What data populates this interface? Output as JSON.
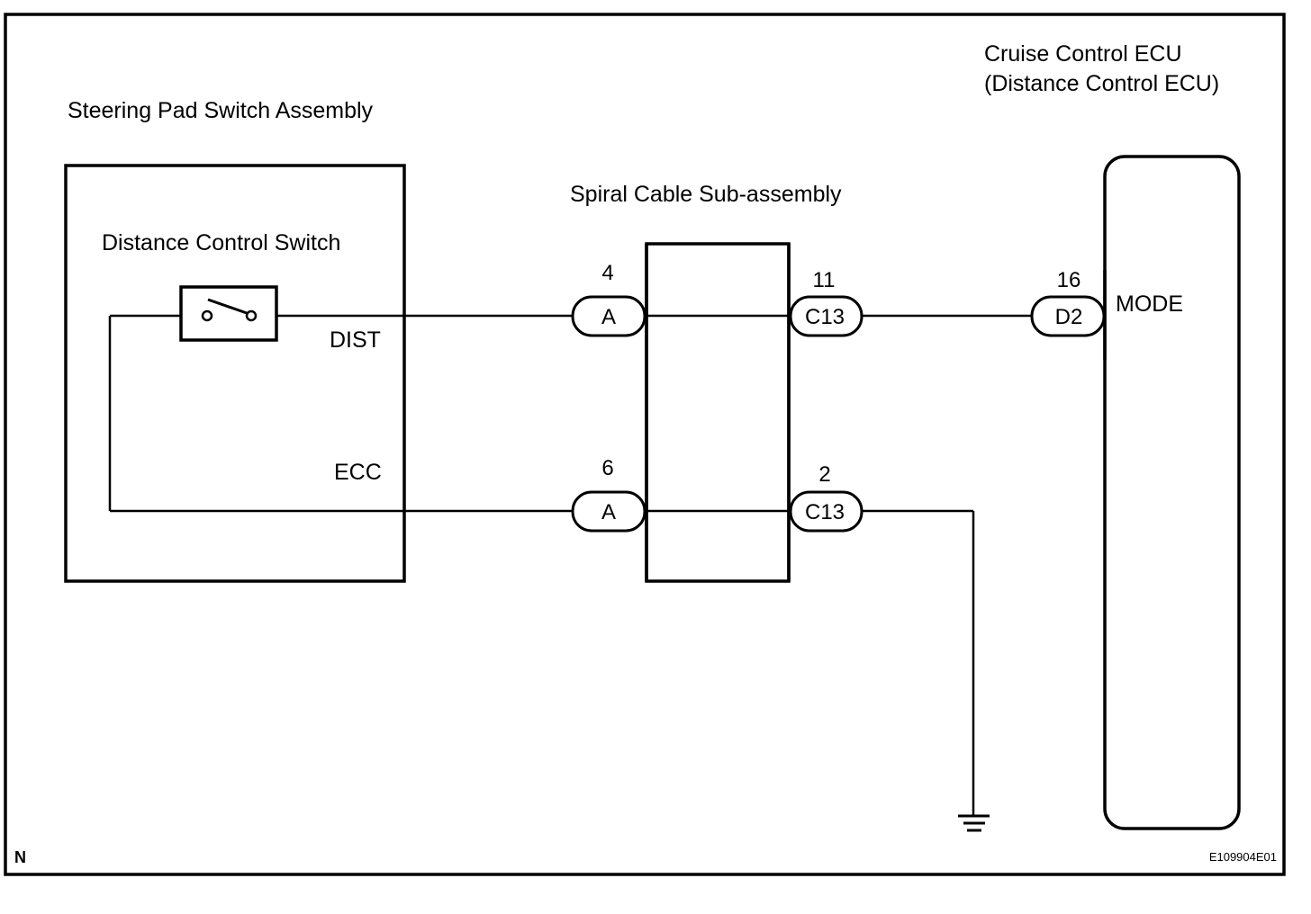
{
  "diagram": {
    "type": "wiring-diagram",
    "components": {
      "steering_pad": {
        "label": "Steering Pad Switch Assembly"
      },
      "distance_switch": {
        "label": "Distance Control Switch"
      },
      "spiral_cable": {
        "label": "Spiral Cable Sub-assembly"
      },
      "ecu": {
        "label_line1": "Cruise Control ECU",
        "label_line2": "(Distance Control ECU)"
      }
    },
    "terminals": {
      "dist": "DIST",
      "ecc": "ECC",
      "mode": "MODE"
    },
    "connectors": {
      "a_dist": {
        "name": "A",
        "pin": "4"
      },
      "c13_dist": {
        "name": "C13",
        "pin": "11"
      },
      "d2_mode": {
        "name": "D2",
        "pin": "16"
      },
      "a_ecc": {
        "name": "A",
        "pin": "6"
      },
      "c13_ecc": {
        "name": "C13",
        "pin": "2"
      }
    },
    "ground": {
      "symbol": "ground-icon"
    },
    "footer": {
      "corner_mark": "N",
      "figure_id": "E109904E01"
    }
  }
}
